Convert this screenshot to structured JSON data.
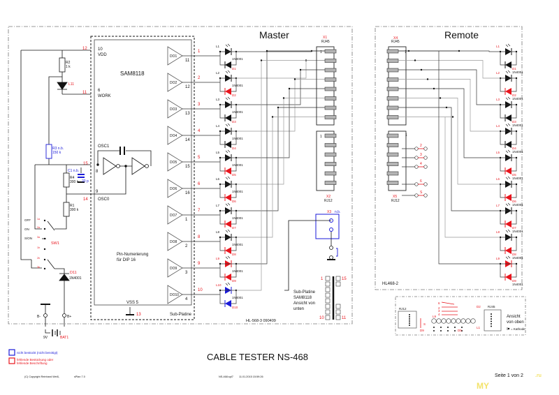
{
  "title": "CABLE TESTER NS-468",
  "page": "Seite 1 von 2",
  "watermark": {
    "a": "MY",
    "b": ".ru"
  },
  "footer": {
    "copyright": "(C) Copyright Reinhard Weiß,",
    "software": "sPlan 7.0",
    "file": "NS-468.spl7",
    "timestamp": "11.01.2015 15:59:26"
  },
  "legend": {
    "blue": "nicht bestückt (nicht benötigt)",
    "red_line1": "fehlende Bestückung oder",
    "red_line2": "fehlende Beschriftung"
  },
  "colors": {
    "wire": "#333333",
    "wire_grey": "#999999",
    "missing": "#e8141c",
    "not_fitted": "#1a1ad8",
    "pin": "#b4b4b4"
  },
  "master": {
    "title": "Master",
    "board_id": "HL-568-3 090409",
    "chip": {
      "name": "SAM8118",
      "note_line1": "Pin-Numerierung",
      "note_line2": "für DIP 16",
      "vdd_pin": "10",
      "vdd_label": "VDD",
      "vdd_ext": "12",
      "work_pin": "6",
      "work_label": "WORK",
      "work_ext": "11",
      "osc1_label": "OSC1",
      "osc1_pin": "8",
      "osc1_ext": "15",
      "osc0_label": "OSC0",
      "osc0_pin": "9",
      "osc0_ext": "14",
      "vss_label": "VSS 5",
      "vss_ext": "13",
      "sub_label": "Sub-Platine",
      "outputs": [
        {
          "name": "DO1",
          "pin": "11",
          "ext": "1"
        },
        {
          "name": "DO2",
          "pin": "12",
          "ext": "2"
        },
        {
          "name": "DO3",
          "pin": "13",
          "ext": "3"
        },
        {
          "name": "DO4",
          "pin": "14",
          "ext": "4"
        },
        {
          "name": "DO5",
          "pin": "15",
          "ext": "5"
        },
        {
          "name": "DO6",
          "pin": "16",
          "ext": "6"
        },
        {
          "name": "DO7",
          "pin": "1",
          "ext": "7"
        },
        {
          "name": "DO8",
          "pin": "2",
          "ext": "8"
        },
        {
          "name": "DO9",
          "pin": "3",
          "ext": "9"
        },
        {
          "name": "DO10",
          "pin": "4",
          "ext": "10"
        }
      ]
    },
    "components": {
      "r2": {
        "name": "R2",
        "value": "1 k"
      },
      "l11": "L11",
      "r3": {
        "name": "R3 n.b.",
        "value": "150 k"
      },
      "c1": {
        "name": "C1 n.b.",
        "value": "20 p"
      },
      "r4": {
        "name": "R4",
        "value": "300 k"
      },
      "r1": {
        "name": "R1",
        "value": "300 k"
      },
      "sw1": "SW1",
      "sw_positions": [
        "OFF",
        "ON",
        "S/ON"
      ],
      "sw_contacts": [
        "1a",
        "2a",
        "3a",
        "1b",
        "2b",
        "3b"
      ],
      "d11": {
        "name": "D11",
        "value": "1N4001"
      },
      "bat": {
        "name": "BAT1",
        "value": "9V",
        "minus": "B-",
        "plus": "B+"
      }
    },
    "leds": [
      {
        "l": "L1",
        "d": "D1",
        "led_state": "normal",
        "diode_state": "normal"
      },
      {
        "l": "L2",
        "d": "D2",
        "led_state": "normal",
        "diode_state": "missing"
      },
      {
        "l": "L3",
        "d": "D3",
        "led_state": "normal",
        "diode_state": "normal"
      },
      {
        "l": "L4",
        "d": "D4",
        "led_state": "normal",
        "diode_state": "normal"
      },
      {
        "l": "L5",
        "d": "D5",
        "led_state": "normal",
        "diode_state": "missing"
      },
      {
        "l": "L6",
        "d": "D6",
        "led_state": "normal",
        "diode_state": "missing"
      },
      {
        "l": "L7",
        "d": "D7",
        "led_state": "normal",
        "diode_state": "missing"
      },
      {
        "l": "L8",
        "d": "D8",
        "led_state": "normal",
        "diode_state": "missing"
      },
      {
        "l": "L9",
        "d": "D9",
        "led_state": "missing",
        "diode_state": "missing"
      },
      {
        "l": "L10",
        "d": "D10",
        "led_state": "not_fitted",
        "diode_state": "not_fitted"
      }
    ],
    "diode_type": "1N4001",
    "x1": {
      "name": "X1",
      "type": "RJ45",
      "pin1": "1"
    },
    "x2": {
      "name": "X2",
      "type": "RJ12",
      "pin1": "1"
    },
    "x3": {
      "name": "X3",
      "note": "n.b."
    },
    "sub_view": {
      "line1": "Sub-Platine",
      "line2": "SAM8118",
      "line3": "Ansicht von",
      "line4": "unten",
      "pins": {
        "tl": "1",
        "tr": "15",
        "bl": "10",
        "br": "11"
      }
    }
  },
  "remote": {
    "title": "Remote",
    "board_id": "HL468-2",
    "x4": {
      "name": "X4",
      "type": "RJ45",
      "pin1": "1"
    },
    "x5": {
      "name": "X5",
      "type": "RJ12",
      "pin1": "1"
    },
    "jumpers": [
      "2",
      "3",
      "4",
      "6",
      "S"
    ],
    "leds": [
      {
        "l": "L1",
        "d": "D1",
        "led_state": "normal",
        "diode_state": "normal"
      },
      {
        "l": "L2",
        "d": "D2",
        "led_state": "normal",
        "diode_state": "missing"
      },
      {
        "l": "L3",
        "d": "D3",
        "led_state": "normal",
        "diode_state": "normal"
      },
      {
        "l": "L4",
        "d": "D4",
        "led_state": "normal",
        "diode_state": "normal"
      },
      {
        "l": "L5",
        "d": "D5",
        "led_state": "normal",
        "diode_state": "missing"
      },
      {
        "l": "L6",
        "d": "D6",
        "led_state": "normal",
        "diode_state": "missing"
      },
      {
        "l": "L7",
        "d": "D7",
        "led_state": "normal",
        "diode_state": "missing"
      },
      {
        "l": "L8",
        "d": "D8",
        "led_state": "normal",
        "diode_state": "missing"
      },
      {
        "l": "L9",
        "d": "D9",
        "led_state": "missing",
        "diode_state": "missing"
      }
    ],
    "top_view": {
      "rj12": "RJ12",
      "rj45": "RJ45",
      "d2": "D2",
      "l9": "L9",
      "l1": "L1",
      "d9": "D9",
      "d5": "D5",
      "s": "S",
      "jumper_labels": [
        "6",
        "2",
        "3",
        "4"
      ],
      "caption1": "Ansicht",
      "caption2": "von oben",
      "kathode": "= Kathode"
    }
  }
}
